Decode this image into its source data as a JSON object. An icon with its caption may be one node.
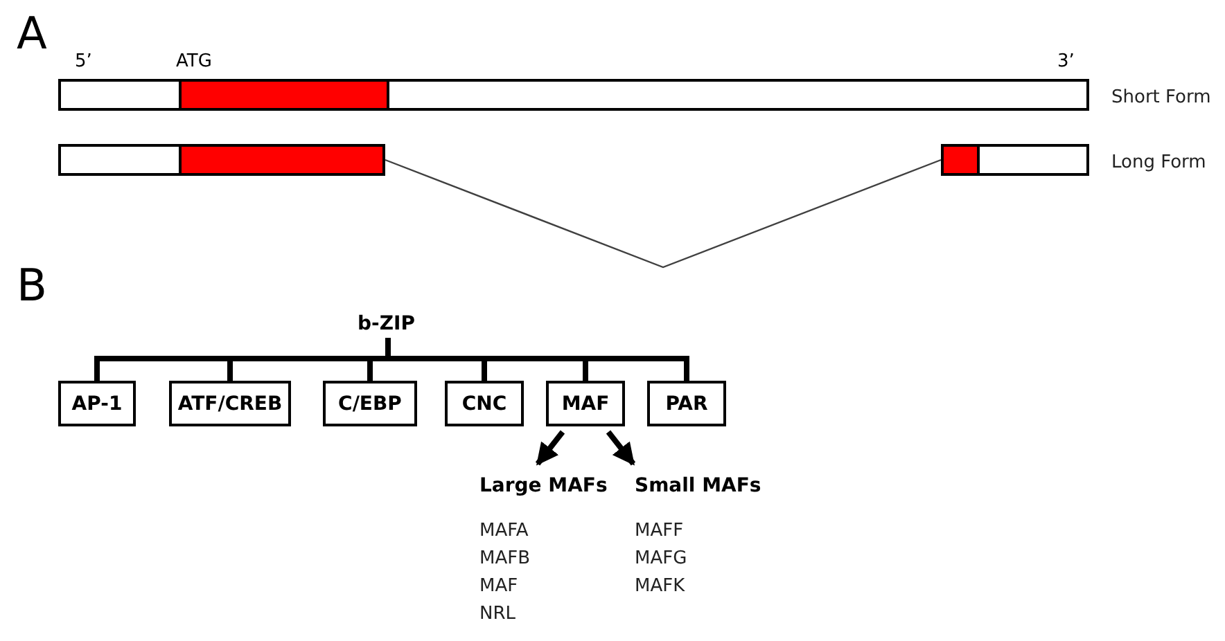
{
  "diagram": {
    "nodes": [
      {
        "text": [],
        "shape": "bar",
        "beside": [
          "Short Form"
        ]
      },
      {
        "text": [],
        "shape": "bar"
      },
      {
        "text": [],
        "shape": "bar",
        "beside": [
          "Long Form"
        ]
      },
      {
        "text": [
          "b-ZIP"
        ]
      },
      {
        "text": [
          "AP-1"
        ]
      },
      {
        "text": [
          "ATF/CREB"
        ]
      },
      {
        "text": [
          "C/EBP"
        ]
      },
      {
        "text": [
          "CNC"
        ]
      },
      {
        "text": [
          "MAF"
        ]
      },
      {
        "text": [
          "PAR"
        ]
      },
      {
        "text": [
          "Large MAFs"
        ],
        "beside": [
          "MAFA",
          "MAFB",
          "MAF",
          "NRL"
        ]
      },
      {
        "text": [
          "Small MAFs"
        ],
        "beside": [
          "MAFF",
          "MAFG",
          "MAFK"
        ]
      }
    ],
    "edges": [
      {
        "from": 1,
        "to": 2,
        "arrow": "none",
        "color": "#404040"
      },
      {
        "from": 3,
        "to": 4,
        "arrow": "none"
      },
      {
        "from": 3,
        "to": 5,
        "arrow": "none"
      },
      {
        "from": 3,
        "to": 6,
        "arrow": "none"
      },
      {
        "from": 3,
        "to": 7,
        "arrow": "none"
      },
      {
        "from": 3,
        "to": 8,
        "arrow": "none"
      },
      {
        "from": 3,
        "to": 9,
        "arrow": "none"
      },
      {
        "from": 8,
        "to": 10,
        "arrow": "to"
      },
      {
        "from": 8,
        "to": 11,
        "arrow": "to"
      }
    ],
    "labels": [
      "A",
      "5’",
      "ATG",
      "3’",
      "B"
    ]
  }
}
